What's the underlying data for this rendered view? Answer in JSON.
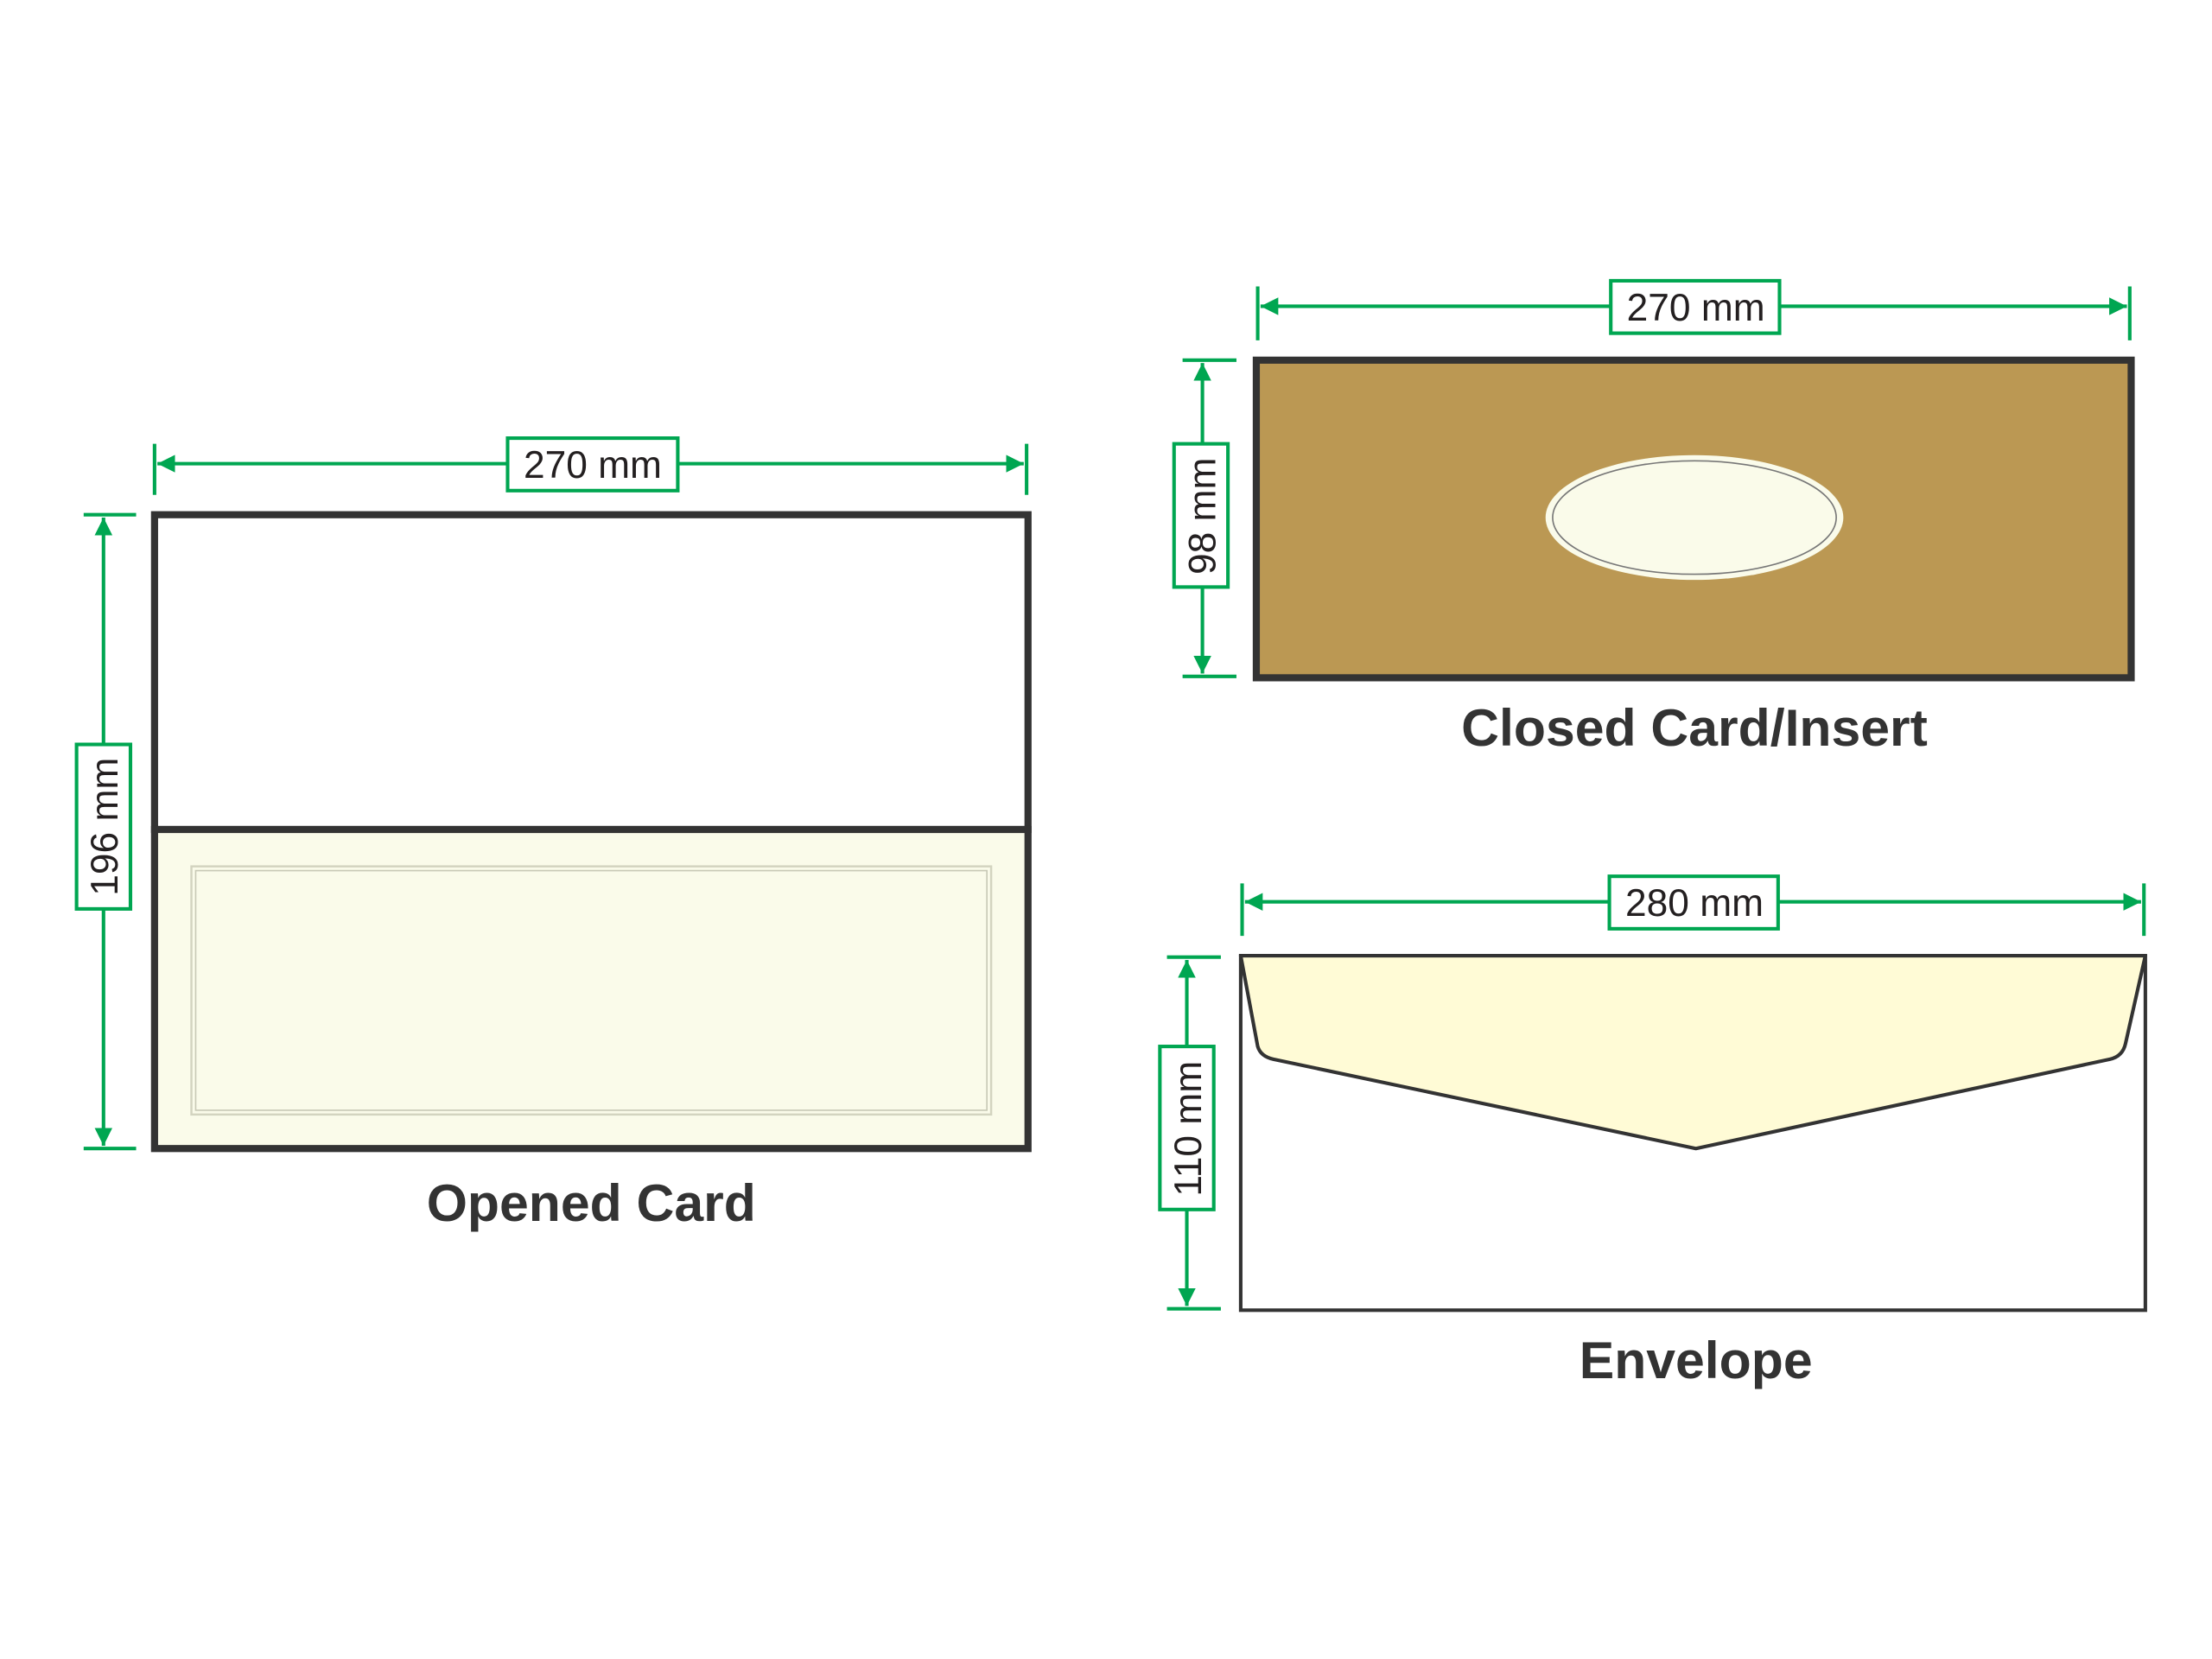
{
  "colors": {
    "dimension": "#00a651",
    "outline": "#333333",
    "card_inner": "#fafbea",
    "closed_card_fill": "#bb9853",
    "envelope_flap": "#fffbd6"
  },
  "opened_card": {
    "title": "Opened Card",
    "width_label": "270 mm",
    "height_label": "196 mm"
  },
  "closed_card": {
    "title": "Closed Card/Insert",
    "width_label": "270 mm",
    "height_label": "98 mm"
  },
  "envelope": {
    "title": "Envelope",
    "width_label": "280 mm",
    "height_label": "110 mm"
  }
}
